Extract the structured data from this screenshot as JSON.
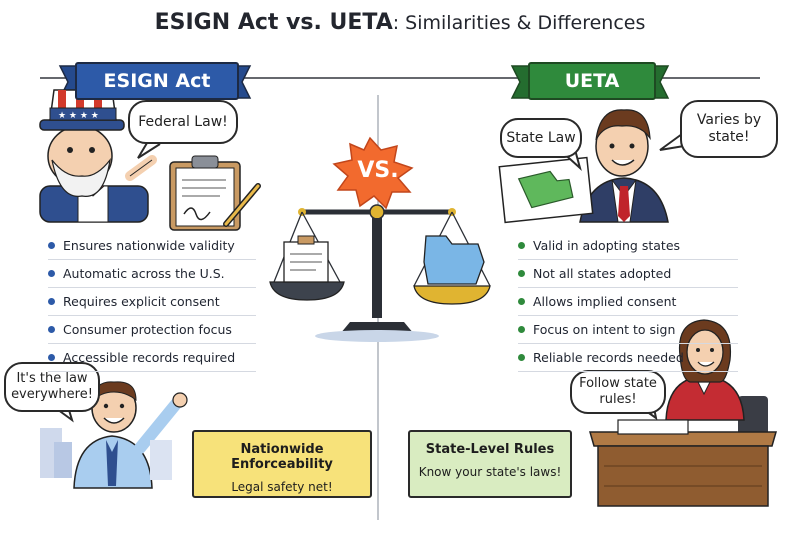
{
  "title": {
    "main": "ESIGN Act vs. UETA",
    "sub": ": Similarities & Differences"
  },
  "esign": {
    "banner": "ESIGN Act",
    "bubble": "Federal Law!",
    "items": [
      "Ensures nationwide validity",
      "Automatic across the U.S.",
      "Requires explicit consent",
      "Consumer protection focus",
      "Accessible records required"
    ],
    "person_bubble": "It's the law everywhere!",
    "box_title": "Nationwide Enforceability",
    "box_sub": "Legal safety net!"
  },
  "ueta": {
    "banner": "UETA",
    "bubble_state": "State Law",
    "bubble_varies": "Varies by state!",
    "items": [
      "Valid in adopting states",
      "Not all states adopted",
      "Allows implied consent",
      "Focus on intent to sign",
      "Reliable records needed"
    ],
    "person_bubble": "Follow state rules!",
    "box_title": "State-Level Rules",
    "box_sub": "Know your state's laws!"
  },
  "center": {
    "vs": "VS."
  },
  "colors": {
    "esign_blue": "#2d5aa8",
    "ueta_green": "#2f8a3c",
    "vs_orange": "#f26a2e",
    "left_box": "#f7e27a",
    "right_box": "#d9ecc1"
  }
}
